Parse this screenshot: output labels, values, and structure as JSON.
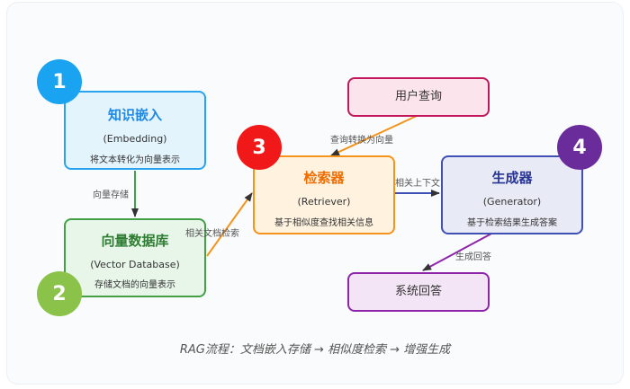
{
  "nodes": {
    "knowledge": {
      "title": "知识嵌入",
      "subtitle": "(Embedding)",
      "desc": "将文本转化为向量表示"
    },
    "vectordb": {
      "title": "向量数据库",
      "subtitle": "(Vector Database)",
      "desc": "存储文档的向量表示"
    },
    "retriever": {
      "title": "检索器",
      "subtitle": "(Retriever)",
      "desc": "基于相似度查找相关信息"
    },
    "generator": {
      "title": "生成器",
      "subtitle": "(Generator)",
      "desc": "基于检索结果生成答案"
    },
    "query": {
      "title": "用户查询"
    },
    "answer": {
      "title": "系统回答"
    }
  },
  "badges": {
    "b1": "1",
    "b2": "2",
    "b3": "3",
    "b4": "4"
  },
  "edge_labels": {
    "embed_to_db": "向量存储",
    "db_to_retriever": "相关文档检索",
    "query_to_retriever": "查询转换为向量",
    "retriever_to_generator": "相关上下文",
    "generator_to_answer": "生成回答"
  },
  "caption": "RAG流程：文档嵌入存储 → 相似度检索 → 增强生成",
  "colors": {
    "blue": "#1e90ff",
    "green": "#43a047",
    "orange": "#f5941d",
    "indigo": "#3f51b5",
    "pink": "#c2185b",
    "purple": "#8e24aa",
    "badge1": "#1aa3f0",
    "badge2": "#8bc34a",
    "badge3": "#f01818",
    "badge4": "#6a2c9a"
  }
}
